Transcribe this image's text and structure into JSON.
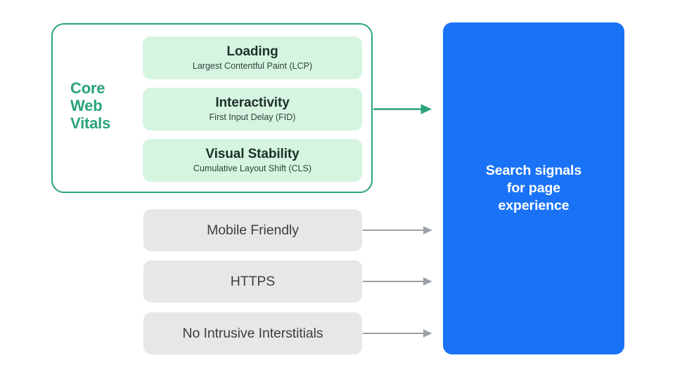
{
  "diagram": {
    "title": "Search signals for page experience",
    "colors": {
      "green_accent": "#2aa37b",
      "green_card": "#d5f5e1",
      "gray_card": "#e7e7e8",
      "blue_panel": "#1a73f7",
      "arrow_gray": "#9aa0a6",
      "text_dark": "#3c4043",
      "text_green_dark": "#20302b",
      "background": "#ffffff"
    },
    "core_web_vitals": {
      "label": "Core\nWeb\nVitals",
      "label_lines": [
        "Core",
        "Web",
        "Vitals"
      ],
      "metrics": [
        {
          "title": "Loading",
          "subtitle": "Largest Contentful Paint (LCP)"
        },
        {
          "title": "Interactivity",
          "subtitle": "First Input Delay (FID)"
        },
        {
          "title": "Visual Stability",
          "subtitle": "Cumulative Layout Shift (CLS)"
        }
      ]
    },
    "other_signals": [
      {
        "label": "Mobile Friendly"
      },
      {
        "label": "HTTPS"
      },
      {
        "label": "No Intrusive Interstitials"
      }
    ],
    "outcome": {
      "text": "Search signals\nfor page\nexperience"
    },
    "arrows": [
      {
        "name": "core-web-vitals-arrow",
        "color": "#2aa37b"
      },
      {
        "name": "mobile-friendly-arrow",
        "color": "#9aa0a6"
      },
      {
        "name": "https-arrow",
        "color": "#9aa0a6"
      },
      {
        "name": "no-intrusive-interstitials-arrow",
        "color": "#9aa0a6"
      }
    ]
  }
}
